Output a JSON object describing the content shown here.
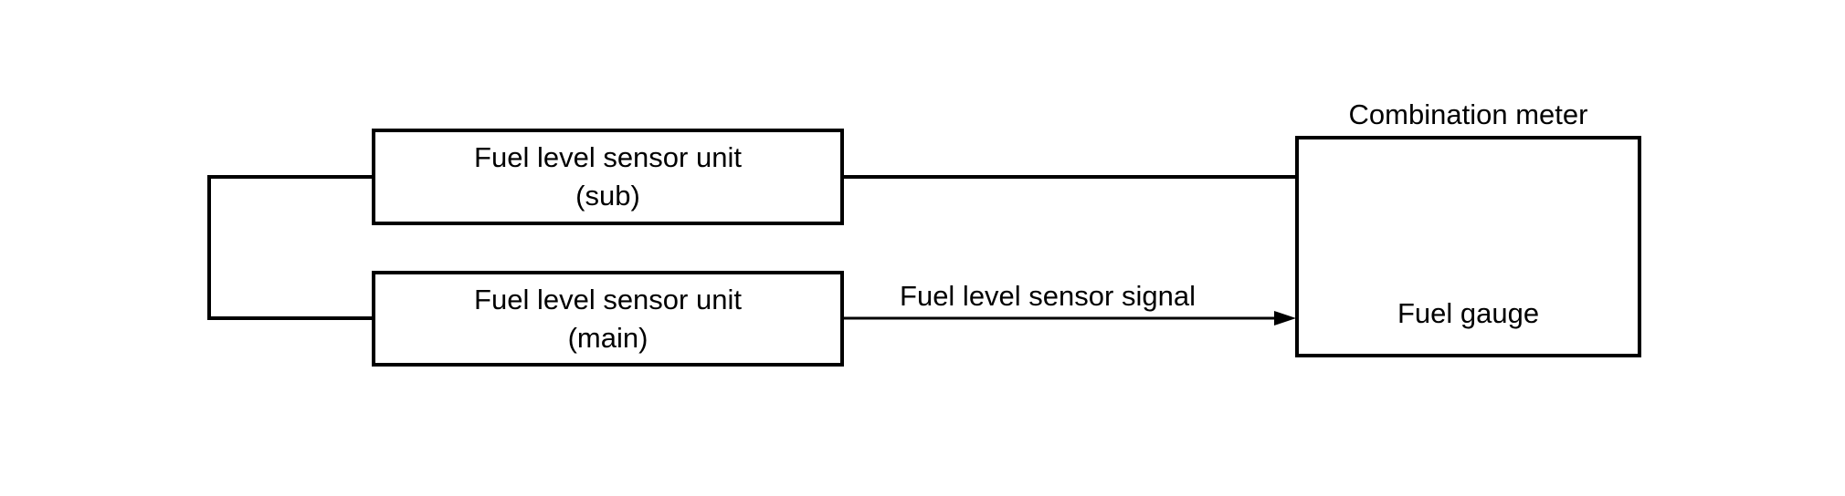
{
  "diagram": {
    "background": "#ffffff",
    "line_color": "#000000",
    "nodes": {
      "sensor_sub": {
        "line1": "Fuel level sensor unit",
        "line2": "(sub)"
      },
      "sensor_main": {
        "line1": "Fuel level sensor unit",
        "line2": "(main)"
      },
      "combination_meter": {
        "title": "Combination meter",
        "gauge_label": "Fuel gauge",
        "icon": "fuel-gauge-icon"
      }
    },
    "connections": {
      "signal": {
        "label": "Fuel level sensor signal"
      }
    }
  }
}
